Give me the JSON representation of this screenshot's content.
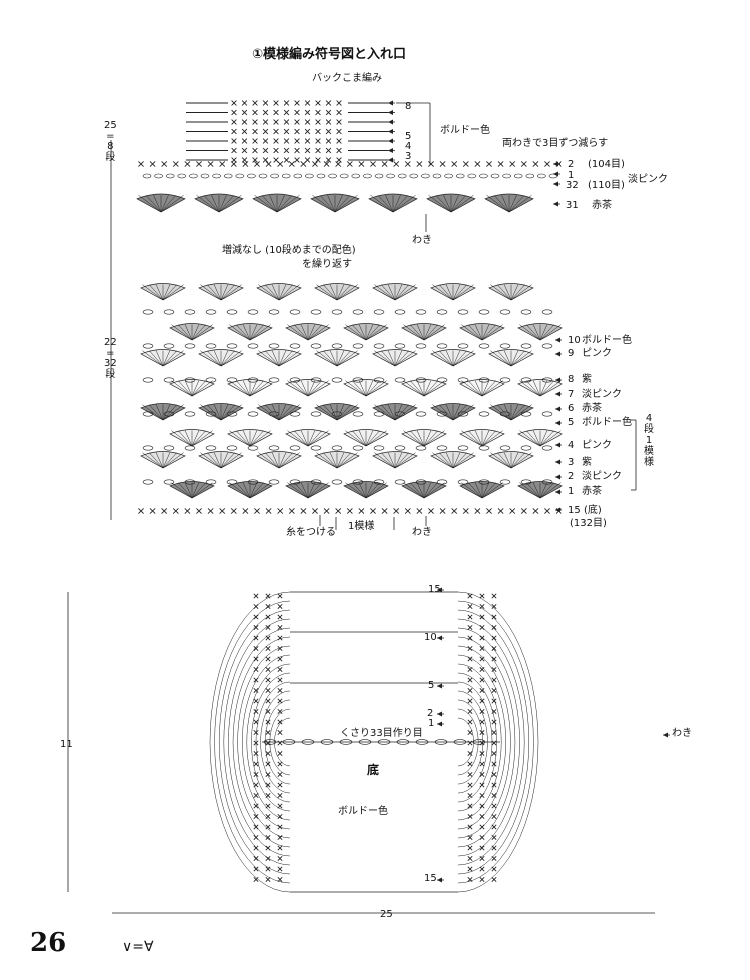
{
  "section_title": "①模様編み符号図と入れ口",
  "top_chart": {
    "back_label": "バックこま編み",
    "height_label": "25\n=\n8\n段",
    "decrease_note": "両わきで3目ずつ減らす",
    "bordeaux_label": "ボルドー色",
    "light_pink_label": "淡ピンク",
    "side_label": "わき",
    "rows": [
      {
        "num": "8",
        "label": ""
      },
      {
        "num": "5",
        "label": ""
      },
      {
        "num": "4",
        "label": ""
      },
      {
        "num": "3",
        "label": ""
      },
      {
        "num": "2",
        "label": "(104目)"
      },
      {
        "num": "1",
        "label": ""
      },
      {
        "num": "32",
        "label": "(110目)"
      },
      {
        "num": "31",
        "label": "赤茶"
      }
    ]
  },
  "main_chart": {
    "note_line1": "増減なし (10段めまでの配色)",
    "note_line2": "を繰り返す",
    "height_label": "22\n=\n32\n段",
    "rows": [
      {
        "num": "10",
        "label": "ボルドー色"
      },
      {
        "num": "9",
        "label": "ピンク"
      },
      {
        "num": "8",
        "label": "紫"
      },
      {
        "num": "7",
        "label": "淡ピンク"
      },
      {
        "num": "6",
        "label": "赤茶"
      },
      {
        "num": "5",
        "label": "ボルドー色"
      },
      {
        "num": "4",
        "label": "ピンク"
      },
      {
        "num": "3",
        "label": "紫"
      },
      {
        "num": "2",
        "label": "淡ピンク"
      },
      {
        "num": "1",
        "label": "赤茶"
      },
      {
        "num": "15",
        "label": "(底)"
      }
    ],
    "stitch_count": "(132目)",
    "repeat_label": "4\n段\n1\n模\n様",
    "attach_label": "糸をつける",
    "pattern_unit_label": "1模様",
    "side_label": "わき"
  },
  "bottom_chart": {
    "chain_label": "くさり33目作り目",
    "bottom_label": "底",
    "color_label": "ボルドー色",
    "side_label": "わき",
    "height_label": "11",
    "width_label": "25",
    "row_numbers": [
      "15",
      "10",
      "5",
      "2",
      "1",
      "15"
    ]
  },
  "legend_symbol": "∨=∀",
  "page_number": "26"
}
